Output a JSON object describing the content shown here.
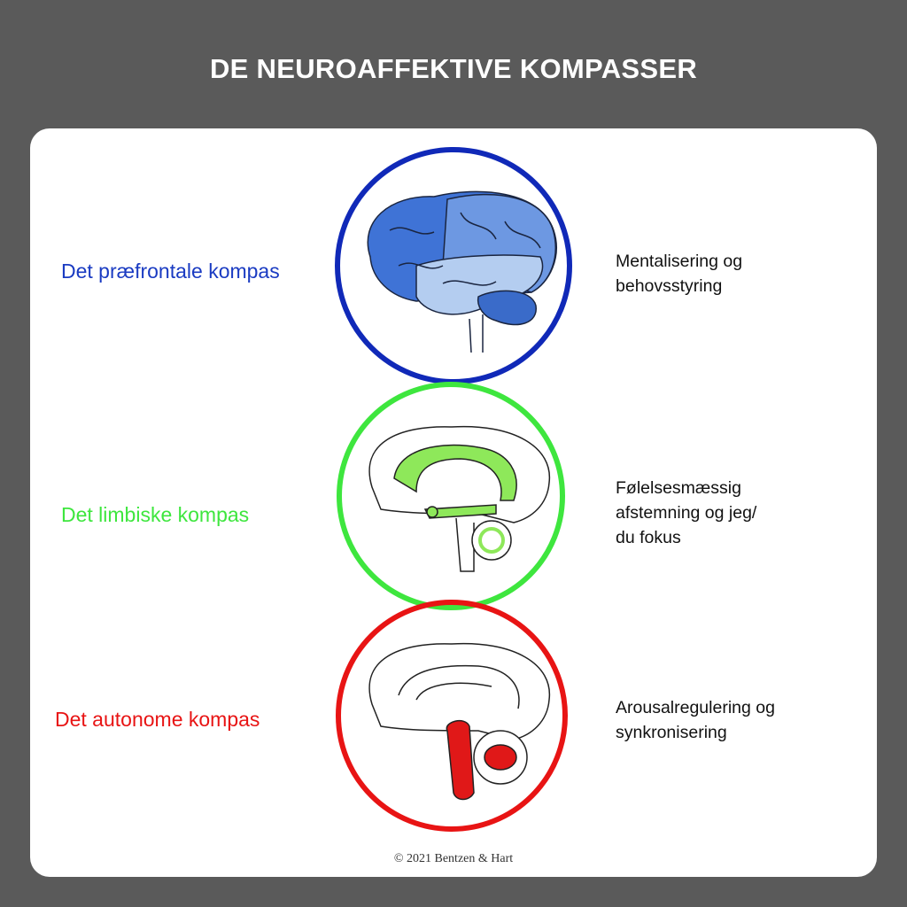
{
  "title": "DE NEUROAFFEKTIVE KOMPASSER",
  "compasses": [
    {
      "label": "Det præfrontale kompas",
      "description_lines": [
        "Mentalisering og",
        "behovsstyring"
      ],
      "color": "#1029b8"
    },
    {
      "label": "Det limbiske kompas",
      "description_lines": [
        "Følelsesmæssig",
        "afstemning og jeg/",
        "du fokus"
      ],
      "color": "#3ee63e"
    },
    {
      "label": "Det autonome kompas",
      "description_lines": [
        "Arousalregulering og",
        "synkronisering"
      ],
      "color": "#e81414"
    }
  ],
  "copyright": "© 2021 Bentzen & Hart"
}
